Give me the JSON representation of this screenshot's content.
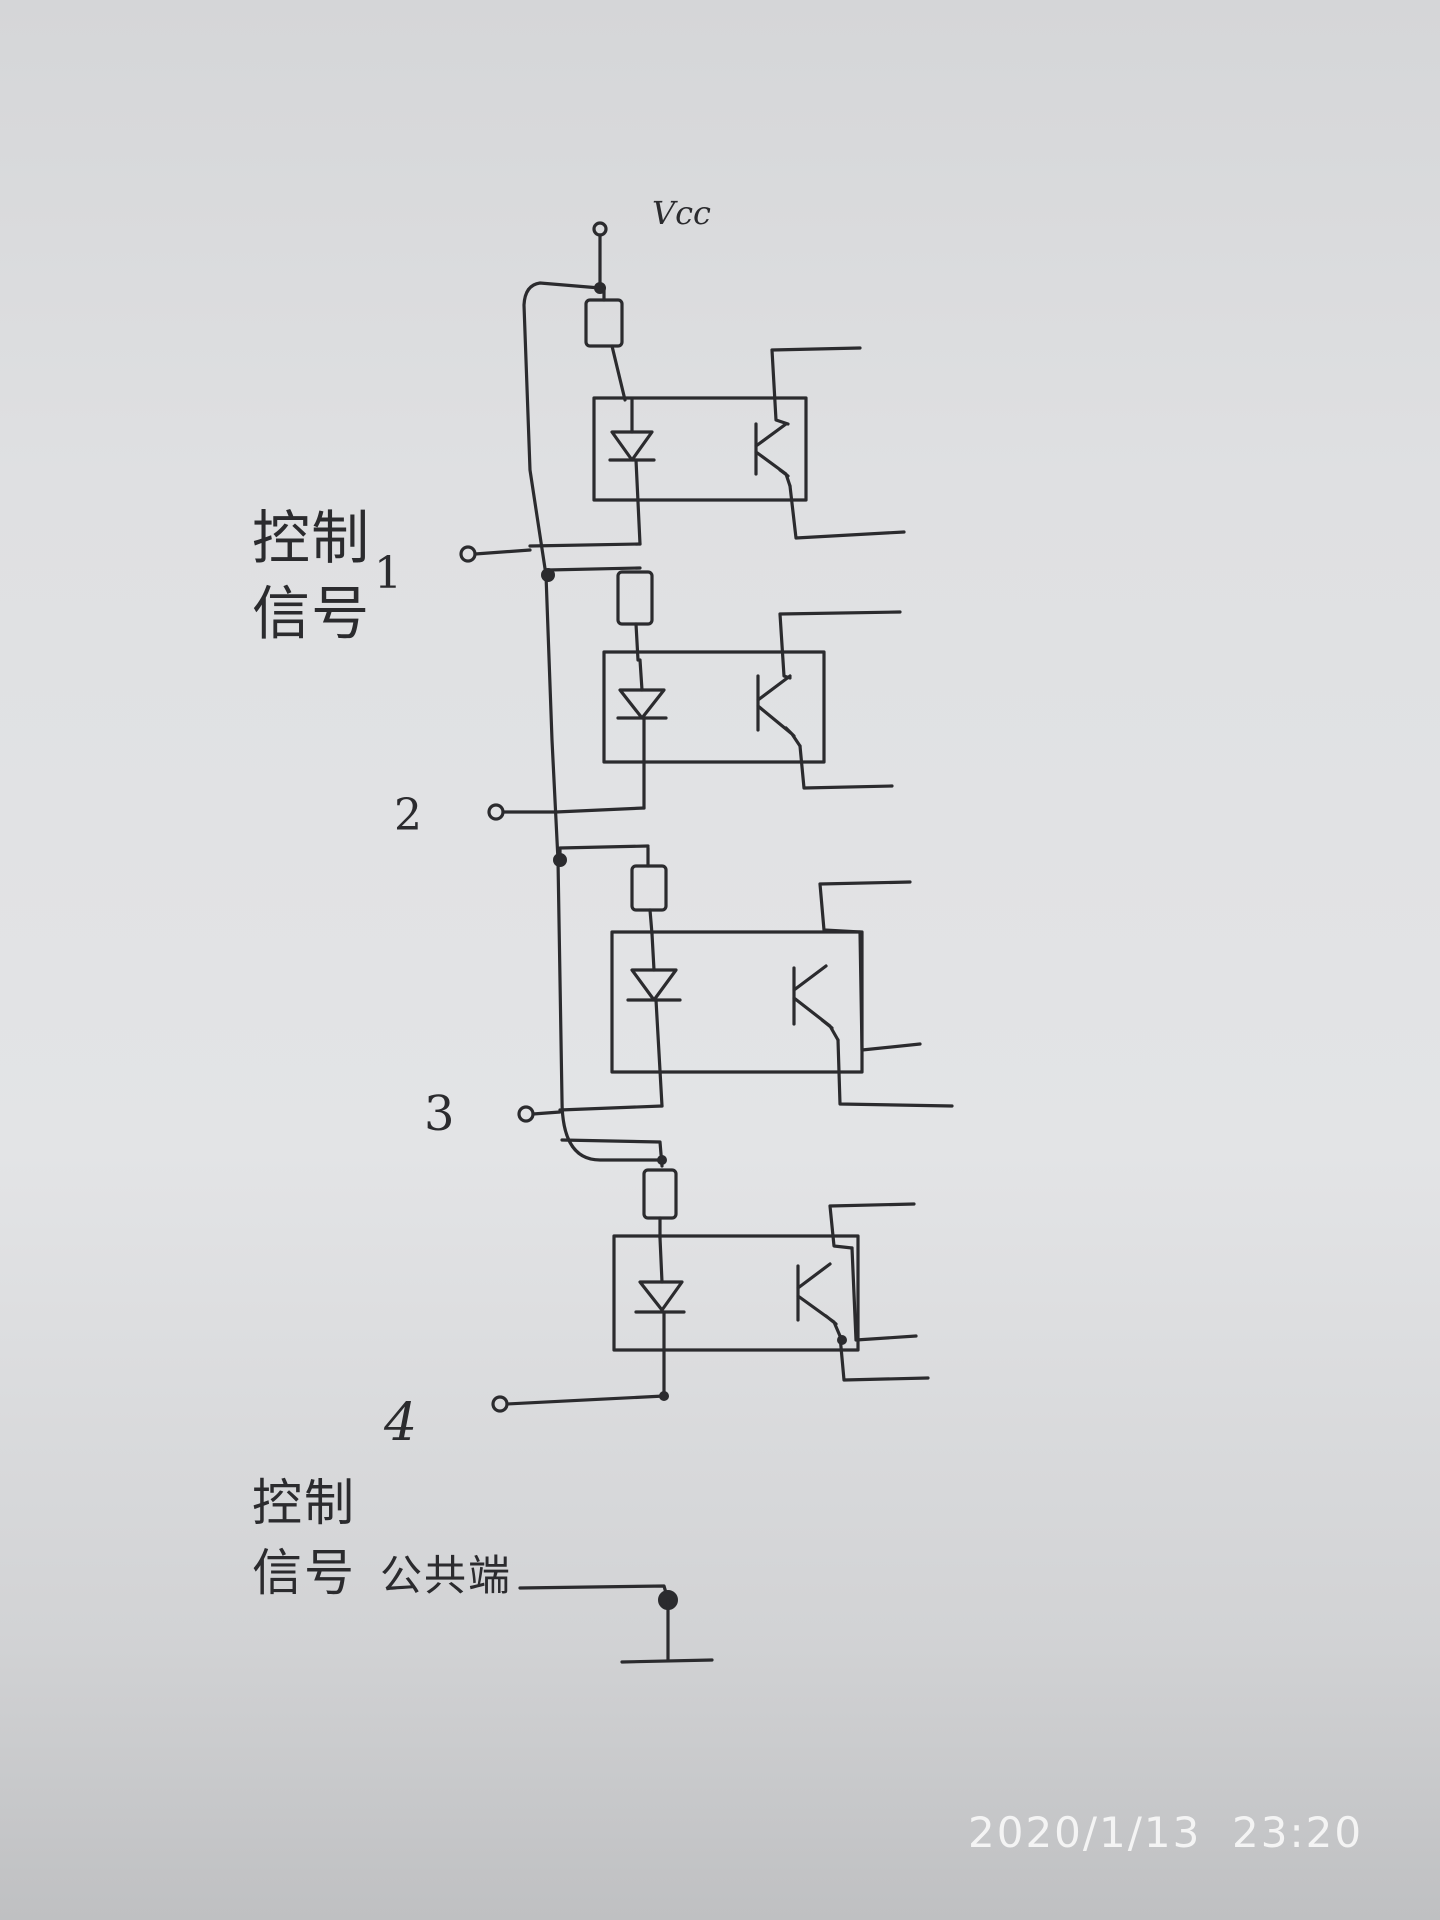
{
  "supply": {
    "label": "Vcc"
  },
  "control_label": "控制信号",
  "common_label": "控制信号公共端",
  "channels": [
    {
      "label": "1"
    },
    {
      "label": "2"
    },
    {
      "label": "3"
    },
    {
      "label": "4"
    }
  ],
  "timestamp": "2020/1/13  23:20",
  "ink_color": "#2b2b2e"
}
